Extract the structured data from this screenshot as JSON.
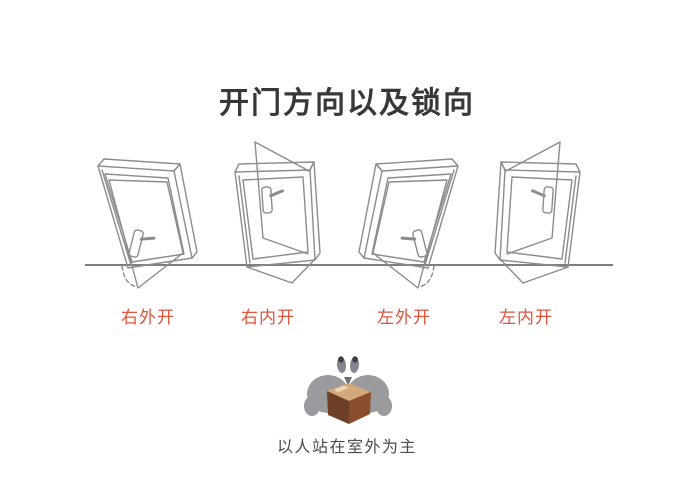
{
  "title": {
    "text": "开门方向以及锁向"
  },
  "doors": {
    "items": [
      {
        "label": "右外开",
        "name": "door-right-outward"
      },
      {
        "label": "右内开",
        "name": "door-right-inward"
      },
      {
        "label": "左外开",
        "name": "door-left-outward"
      },
      {
        "label": "左内开",
        "name": "door-left-inward"
      }
    ]
  },
  "footer": {
    "caption": "以人站在室外为主",
    "icon": "person-carrying-box-icon"
  },
  "colors": {
    "title_text": "#383838",
    "door_label_text": "#e0543c",
    "line_art": "#8c8c8c",
    "ground_line": "#7d7d7d",
    "caption_text": "#4b4b4b",
    "body_gray": "#9b9b9f",
    "hand_cream": "#e7ddc1",
    "box_top": "#d2a97b",
    "box_left_face": "#6e4027",
    "box_right_face": "#8a4e2c"
  }
}
